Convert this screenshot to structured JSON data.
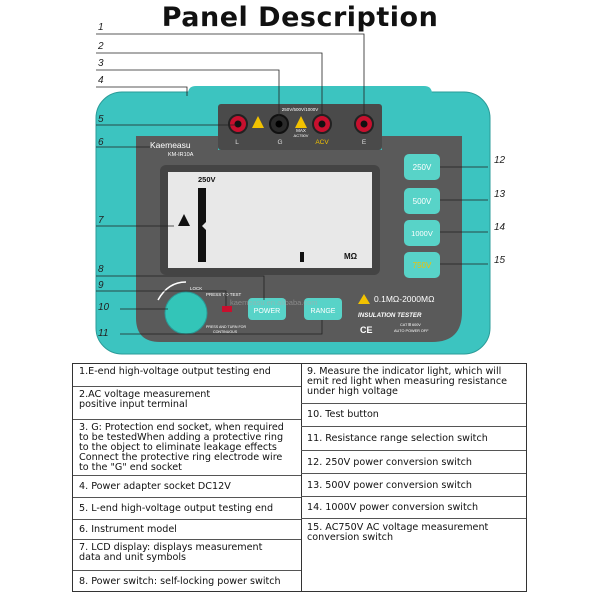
{
  "title": "Panel Description",
  "device": {
    "brand": "Kaemeasu",
    "model": "KM-IR10A",
    "terminal_header": "250V/500V/1000V",
    "terminals": [
      {
        "label": "L",
        "color": "#c8102e"
      },
      {
        "label": "G",
        "color": "#222222"
      },
      {
        "label": "ACV",
        "color": "#c8102e"
      },
      {
        "label": "E",
        "color": "#c8102e"
      }
    ],
    "max_label": "MAX",
    "max_value": "AC750V",
    "lcd": {
      "voltage": "250V",
      "unit": "MΩ"
    },
    "range_buttons": [
      "250V",
      "500V",
      "1000V",
      "750V"
    ],
    "lock_label": "LOCK",
    "press_to_test": "PRESS TO TEST",
    "press_turn_line1": "PRESS AND TURN FOR",
    "press_turn_line2": "CONTINUOUS",
    "power_label": "POWER",
    "range_label": "RANGE",
    "range_value": "0.1MΩ-2000MΩ",
    "product_name": "INSULATION TESTER",
    "cat_label": "CAT Ⅲ 600V",
    "auto_off": "AUTO POWER OFF",
    "ce": "CE",
    "watermark": "kaemeasu.en.alibaba.com",
    "colors": {
      "body": "#3cc4c0",
      "panel": "#5a5a5a",
      "lcd": "#e8e8e8",
      "btn": "#58d3c8",
      "knob": "#33c5b8"
    }
  },
  "callouts": [
    "1",
    "2",
    "3",
    "4",
    "5",
    "6",
    "7",
    "8",
    "9",
    "10",
    "11",
    "12",
    "13",
    "14",
    "15"
  ],
  "legend": {
    "left": [
      "1.E-end high-voltage output testing end",
      "2.AC voltage measurement\npositive input terminal",
      "3. G: Protection end socket, when required\nto be testedWhen adding a protective ring\nto the object to eliminate leakage effects\nConnect the protective ring electrode wire\nto the \"G\" end socket",
      "4. Power adapter socket DC12V",
      "5. L-end high-voltage output testing end",
      "6. Instrument model",
      "7. LCD display: displays measurement\n data and unit symbols",
      "8. Power switch: self-locking power switch"
    ],
    "right": [
      "9. Measure the indicator light, which will\nemit red light when measuring resistance\nunder high voltage",
      "10. Test button",
      "11. Resistance range selection switch",
      "12. 250V power conversion switch",
      "13. 500V power conversion switch",
      "14. 1000V power conversion switch",
      "15. AC750V AC voltage measurement\nconversion switch"
    ]
  }
}
